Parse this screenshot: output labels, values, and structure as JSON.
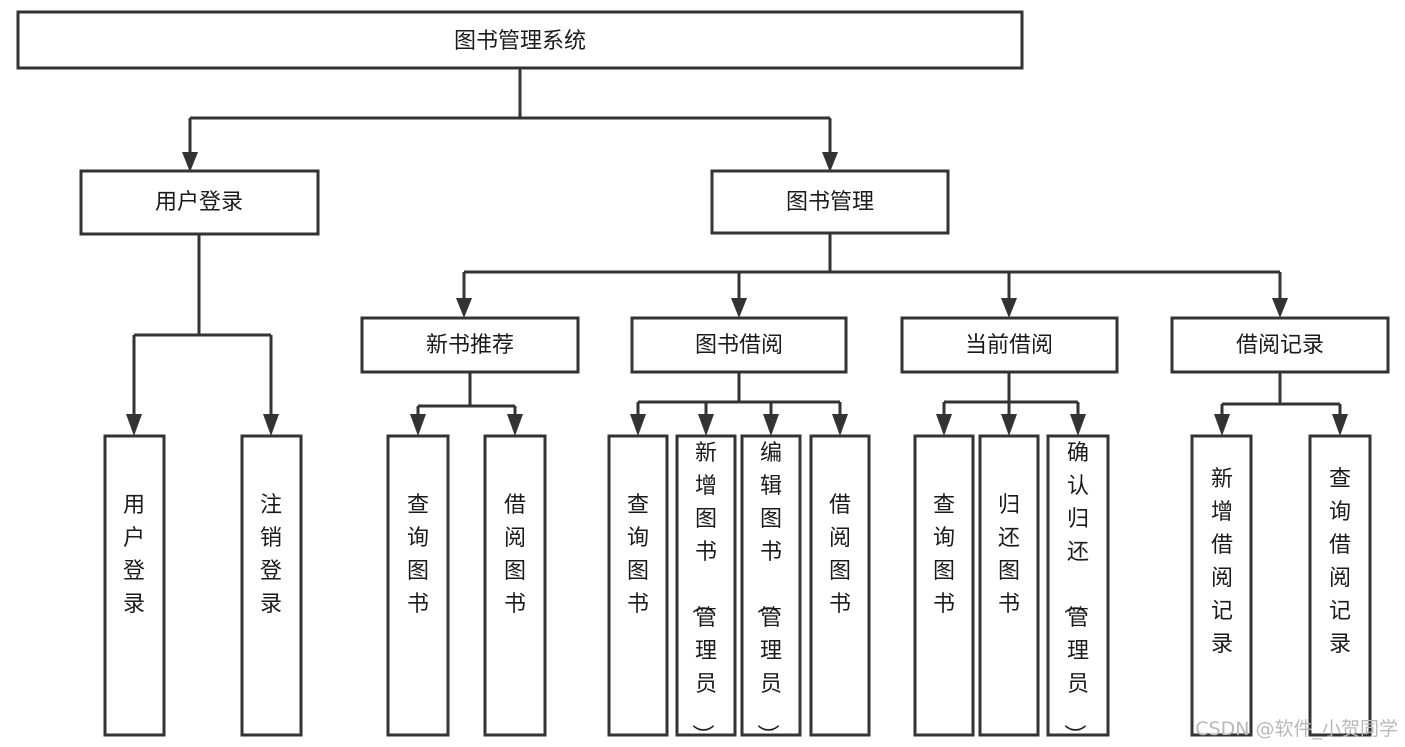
{
  "diagram": {
    "type": "tree-hierarchy-functional-decomposition",
    "title": "图书管理系统",
    "levels": [
      {
        "level": 0,
        "nodes": [
          {
            "id": "root",
            "label": "图书管理系统",
            "orientation": "horizontal"
          }
        ]
      },
      {
        "level": 1,
        "nodes": [
          {
            "id": "user-login",
            "label": "用户登录",
            "orientation": "horizontal",
            "parent": "root"
          },
          {
            "id": "book-admin",
            "label": "图书管理",
            "orientation": "horizontal",
            "parent": "root"
          }
        ]
      },
      {
        "level": 2,
        "nodes": [
          {
            "id": "new-book-rec",
            "label": "新书推荐",
            "orientation": "horizontal",
            "parent": "book-admin"
          },
          {
            "id": "book-borrow",
            "label": "图书借阅",
            "orientation": "horizontal",
            "parent": "book-admin"
          },
          {
            "id": "current-borrow",
            "label": "当前借阅",
            "orientation": "horizontal",
            "parent": "book-admin"
          },
          {
            "id": "borrow-record",
            "label": "借阅记录",
            "orientation": "horizontal",
            "parent": "book-admin"
          }
        ]
      },
      {
        "level": 3,
        "nodes": [
          {
            "id": "leaf-user-login",
            "label": "用户登录",
            "orientation": "vertical",
            "parent": "user-login"
          },
          {
            "id": "leaf-logout",
            "label": "注销登录",
            "orientation": "vertical",
            "parent": "user-login"
          },
          {
            "id": "leaf-query-book-1",
            "label": "查询图书",
            "orientation": "vertical",
            "parent": "new-book-rec"
          },
          {
            "id": "leaf-borrow-book-1",
            "label": "借阅图书",
            "orientation": "vertical",
            "parent": "new-book-rec"
          },
          {
            "id": "leaf-query-book-2",
            "label": "查询图书",
            "orientation": "vertical",
            "parent": "book-borrow"
          },
          {
            "id": "leaf-add-book",
            "label": "新增图书（管理员）",
            "orientation": "vertical",
            "parent": "book-borrow"
          },
          {
            "id": "leaf-edit-book",
            "label": "编辑图书（管理员）",
            "orientation": "vertical",
            "parent": "book-borrow"
          },
          {
            "id": "leaf-borrow-book-2",
            "label": "借阅图书",
            "orientation": "vertical",
            "parent": "book-borrow"
          },
          {
            "id": "leaf-query-book-3",
            "label": "查询图书",
            "orientation": "vertical",
            "parent": "current-borrow"
          },
          {
            "id": "leaf-return-book",
            "label": "归还图书",
            "orientation": "vertical",
            "parent": "current-borrow"
          },
          {
            "id": "leaf-confirm-return",
            "label": "确认归还（管理员）",
            "orientation": "vertical",
            "parent": "current-borrow"
          },
          {
            "id": "leaf-add-record",
            "label": "新增借阅记录",
            "orientation": "vertical",
            "parent": "borrow-record"
          },
          {
            "id": "leaf-query-record",
            "label": "查询借阅记录",
            "orientation": "vertical",
            "parent": "borrow-record"
          }
        ]
      }
    ]
  },
  "watermark": {
    "text": "CSDN @软件_小贺同学"
  },
  "colors": {
    "background": "#ffffff",
    "box_fill": "#ffffff",
    "box_stroke": "#333333",
    "text": "#1b1b1b",
    "watermark": "#b9b9b9"
  }
}
